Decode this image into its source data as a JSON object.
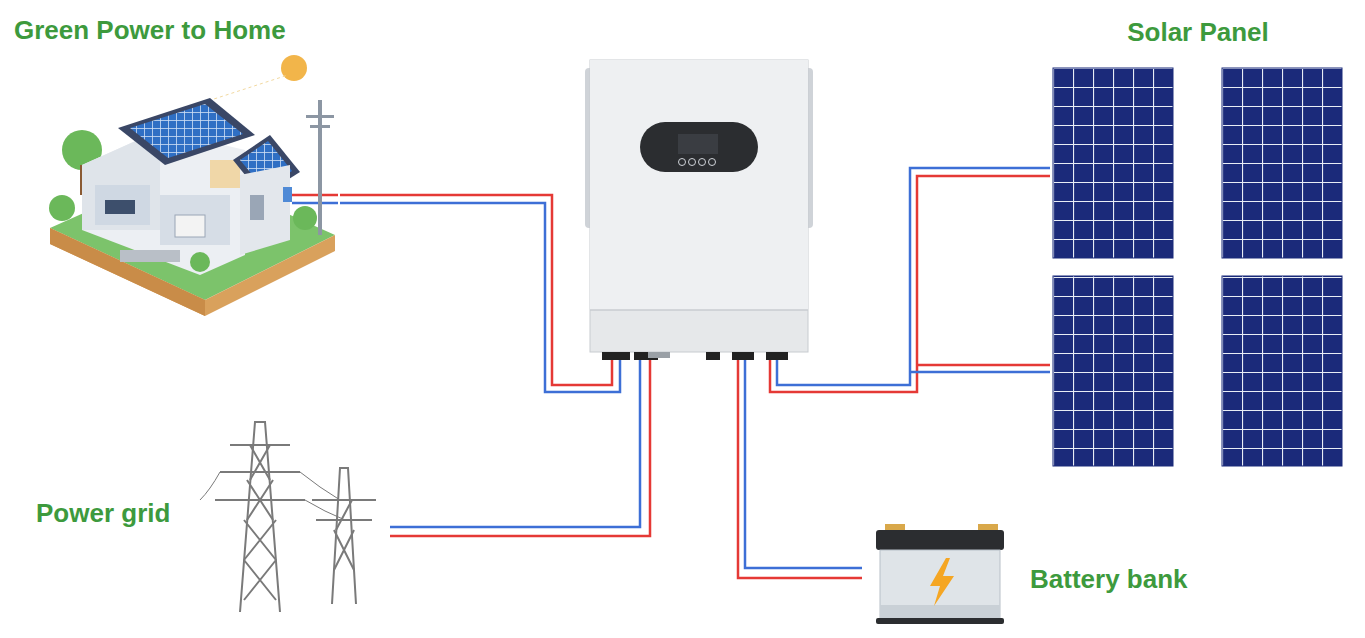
{
  "diagram": {
    "nodes": [
      {
        "text": [
          "Green Power to Home"
        ]
      },
      {
        "text": []
      },
      {
        "text": [
          "Solar Panel"
        ]
      },
      {
        "text": [
          "Power grid"
        ]
      },
      {
        "text": [
          "Battery bank"
        ]
      }
    ],
    "edges": [
      {
        "from": 0,
        "to": 1,
        "arrow": "none"
      },
      {
        "from": 1,
        "to": 2,
        "arrow": "none"
      },
      {
        "from": 3,
        "to": 1,
        "arrow": "none"
      },
      {
        "from": 1,
        "to": 4,
        "arrow": "none"
      }
    ]
  }
}
